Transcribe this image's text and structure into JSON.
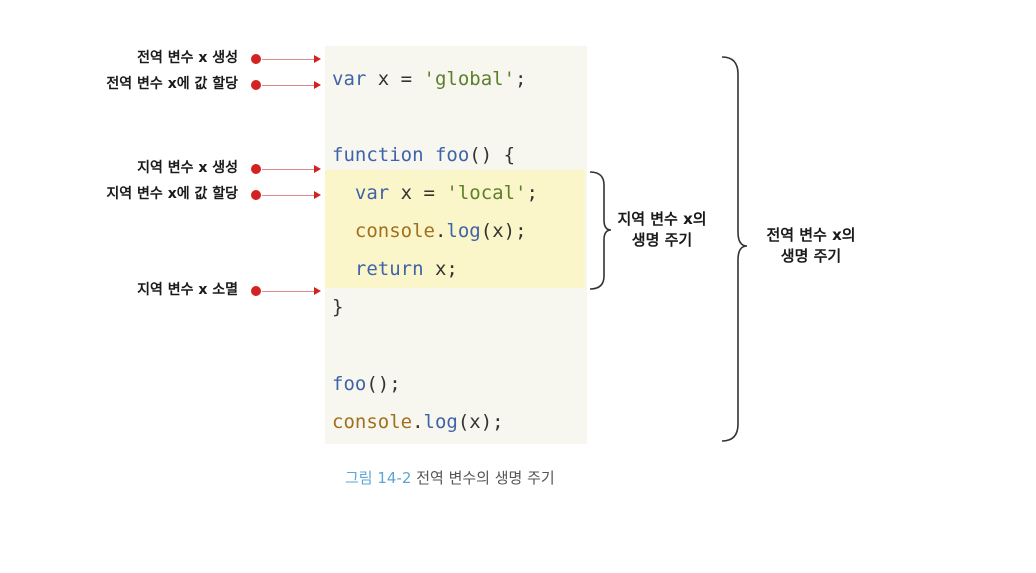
{
  "code": {
    "lines": [
      [
        {
          "t": "var",
          "c": "kw"
        },
        {
          "t": " x = ",
          "c": "plain"
        },
        {
          "t": "'global'",
          "c": "str"
        },
        {
          "t": ";",
          "c": "plain"
        }
      ],
      [],
      [
        {
          "t": "function",
          "c": "kw"
        },
        {
          "t": " ",
          "c": "plain"
        },
        {
          "t": "foo",
          "c": "fn"
        },
        {
          "t": "() {",
          "c": "plain"
        }
      ],
      [
        {
          "t": "  ",
          "c": "plain"
        },
        {
          "t": "var",
          "c": "kw"
        },
        {
          "t": " x = ",
          "c": "plain"
        },
        {
          "t": "'local'",
          "c": "str"
        },
        {
          "t": ";",
          "c": "plain"
        }
      ],
      [
        {
          "t": "  ",
          "c": "plain"
        },
        {
          "t": "console",
          "c": "obj"
        },
        {
          "t": ".",
          "c": "plain"
        },
        {
          "t": "log",
          "c": "fn"
        },
        {
          "t": "(x);",
          "c": "plain"
        }
      ],
      [
        {
          "t": "  ",
          "c": "plain"
        },
        {
          "t": "return",
          "c": "kw"
        },
        {
          "t": " x;",
          "c": "plain"
        }
      ],
      [
        {
          "t": "}",
          "c": "plain"
        }
      ],
      [],
      [
        {
          "t": "foo",
          "c": "fn"
        },
        {
          "t": "();",
          "c": "plain"
        }
      ],
      [
        {
          "t": "console",
          "c": "obj"
        },
        {
          "t": ".",
          "c": "plain"
        },
        {
          "t": "log",
          "c": "fn"
        },
        {
          "t": "(x);",
          "c": "plain"
        }
      ]
    ]
  },
  "annotations": {
    "global_create": "전역 변수 x 생성",
    "global_assign": "전역 변수 x에 값 할당",
    "local_create": "지역 변수 x 생성",
    "local_assign": "지역 변수 x에 값 할당",
    "local_destroy": "지역 변수 x 소멸"
  },
  "braces": {
    "local": {
      "line1": "지역 변수 x의",
      "line2": "생명 주기"
    },
    "global": {
      "line1": "전역 변수 x의",
      "line2": "생명 주기"
    }
  },
  "caption": {
    "number": "그림 14-2",
    "text": "전역 변수의 생명 주기"
  },
  "colors": {
    "dot": "#d42222",
    "keyword": "#3f63a8",
    "string": "#5c7f2a",
    "object": "#a0701f",
    "highlight": "#fbf6c9",
    "caption_number": "#5aa7d6"
  }
}
